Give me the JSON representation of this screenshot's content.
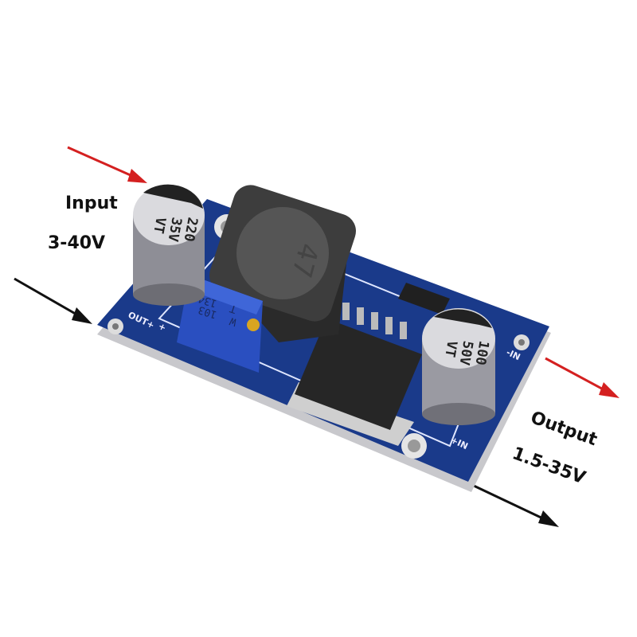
{
  "annotations": {
    "input_label": "Input",
    "input_range": "3-40V",
    "output_label": "Output",
    "output_range": "1.5-35V"
  },
  "arrow_colors": {
    "input": "#d42020",
    "output": "#d42020",
    "pointer": "#111111"
  },
  "board": {
    "pcb_color": "#1a3a8a",
    "input_capacitor": [
      "220",
      "35V",
      "VT"
    ],
    "output_capacitor": [
      "100",
      "50V",
      "VT"
    ],
    "inductor_marking": "47",
    "trimmer_marking": [
      "134",
      "103",
      "T",
      "W"
    ],
    "silkscreen": {
      "out_plus": "OUT+",
      "plus": "+",
      "in_minus": "-IN",
      "in_plus": "+IN"
    }
  }
}
